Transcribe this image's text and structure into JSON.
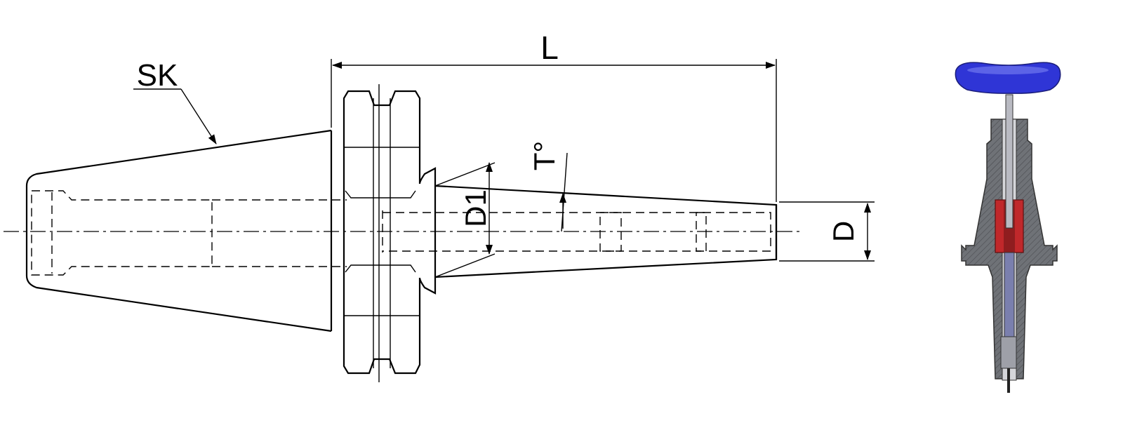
{
  "labels": {
    "taper": "SK",
    "length": "L",
    "diameter": "D",
    "diameter_inner": "D1",
    "taper_angle": "T°"
  },
  "colors": {
    "line": "#000000",
    "handle": "#2f35d6",
    "handle_highlight": "#7c82f2",
    "body_section": "#6f7277",
    "insert": "#c0282b",
    "tool_rod": "#a9a9b1"
  }
}
